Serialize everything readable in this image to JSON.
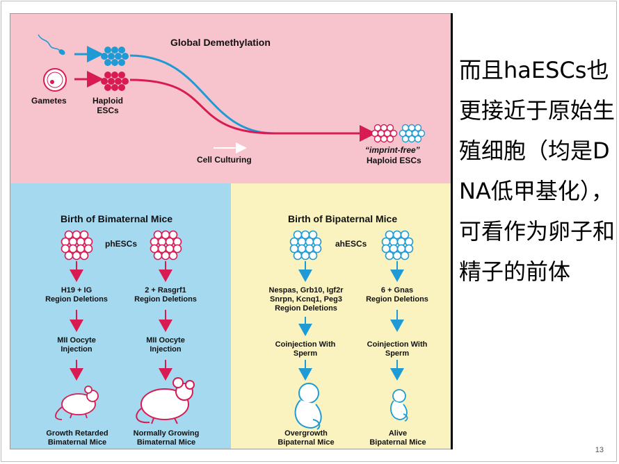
{
  "top": {
    "title": "Global Demethylation",
    "gametes": "Gametes",
    "haploid": "Haploid\nESCs",
    "culturing": "Cell Culturing",
    "imprint_free": "“imprint-free”",
    "imprint_free_2": "Haploid ESCs"
  },
  "left": {
    "title": "Birth of Bimaternal Mice",
    "cell_label": "phESCs",
    "col1": {
      "deletion": "H19 + IG\nRegion Deletions",
      "injection": "MII Oocyte\nInjection",
      "outcome": "Growth Retarded\nBimaternal Mice"
    },
    "col2": {
      "deletion": "2 + Rasgrf1\nRegion Deletions",
      "injection": "MII Oocyte\nInjection",
      "outcome": "Normally Growing\nBimaternal Mice"
    }
  },
  "right": {
    "title": "Birth of Bipaternal Mice",
    "cell_label": "ahESCs",
    "col1": {
      "deletion": "Nespas, Grb10, Igf2r\nSnrpn, Kcnq1, Peg3\nRegion Deletions",
      "injection": "Coinjection With\nSperm",
      "outcome": "Overgrowth\nBipaternal Mice"
    },
    "col2": {
      "deletion": "6 + Gnas\nRegion Deletions",
      "injection": "Coinjection With\nSperm",
      "outcome": "Alive\nBipaternal Mice"
    }
  },
  "side_text": "而且haESCs也更接近于原始生殖细胞（均是DNA低甲基化），可看作为卵子和精子的前体",
  "page_number": "13",
  "colors": {
    "maternal": "#d81b52",
    "paternal": "#1e9bd4",
    "top_bg": "#f7c3cd",
    "left_bg": "#a4d9f0",
    "right_bg": "#fbf3bf"
  }
}
